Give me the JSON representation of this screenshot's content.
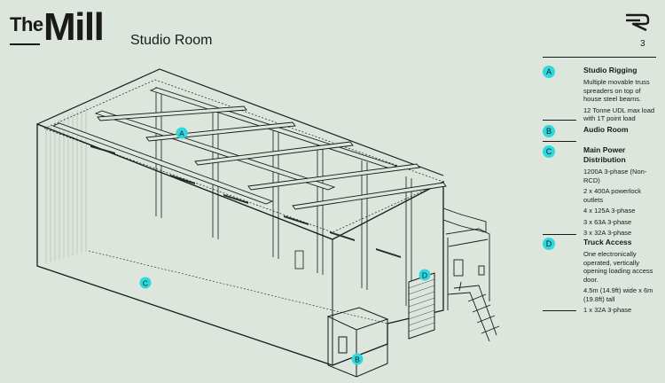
{
  "header": {
    "brand_the": "The",
    "brand_mill": "Mill",
    "subtitle": "Studio Room",
    "page_number": "3",
    "logo_icon": "mill-logo-icon"
  },
  "colors": {
    "background": "#dce6dd",
    "ink": "#1a1a1a",
    "accent": "#2ed8dc"
  },
  "diagram": {
    "markers": [
      "A",
      "B",
      "C",
      "D"
    ]
  },
  "legend": [
    {
      "badge": "A",
      "title": "Studio Rigging",
      "desc": [
        "Multiple movable truss spreaders on top of house steel beams.",
        "12 Tonne UDL max load with 1T point load"
      ]
    },
    {
      "badge": "B",
      "title": "Audio Room",
      "desc": []
    },
    {
      "badge": "C",
      "title": "Main Power Distribution",
      "desc": [
        "1200A 3-phase (Non-RCD)",
        "2 x 400A powerlock outlets",
        "4 x 125A 3-phase",
        "3 x 63A 3-phase",
        "3 x 32A 3-phase"
      ]
    },
    {
      "badge": "D",
      "title": "Truck Access",
      "desc": [
        "One electronically operated, vertically opening loading access door.",
        "4.5m (14.9ft) wide x 6m (19.8ft) tall",
        "1 x 32A 3-phase"
      ]
    }
  ]
}
